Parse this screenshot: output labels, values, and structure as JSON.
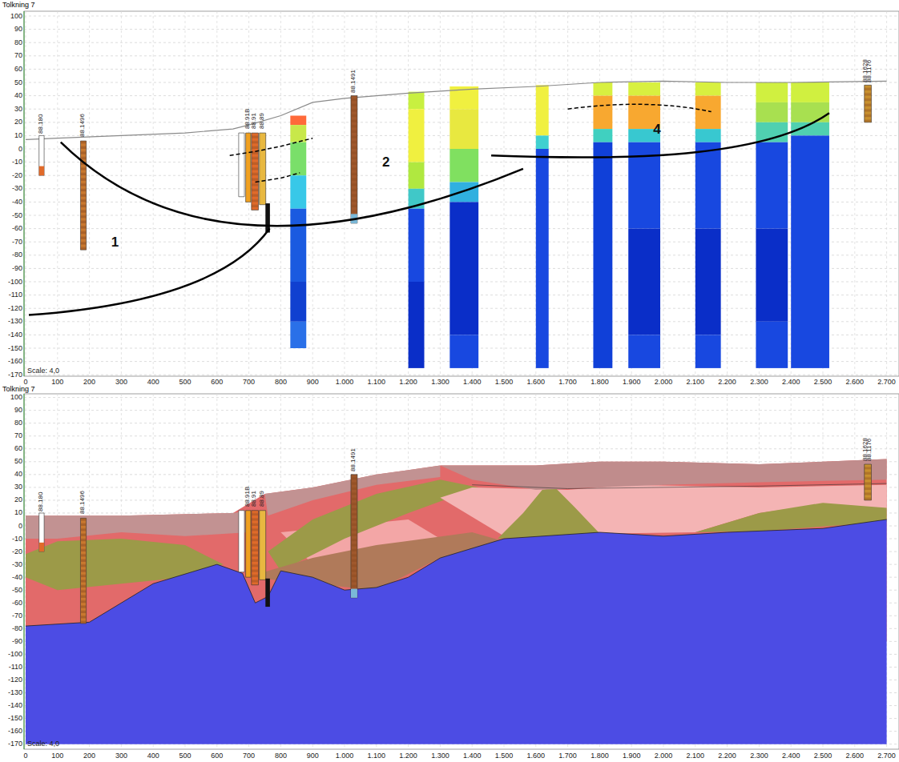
{
  "diagram": {
    "labels": [
      "Tolkning 7",
      "100",
      "90",
      "80",
      "70",
      "60",
      "50",
      "40",
      "30",
      "20",
      "10",
      "0",
      "-10",
      "-20",
      "-30",
      "-40",
      "-50",
      "-60",
      "-70",
      "-80",
      "-90",
      "-100",
      "-110",
      "-120",
      "-130",
      "-140",
      "-150",
      "-160",
      "-170",
      "0",
      "100",
      "200",
      "300",
      "400",
      "500",
      "600",
      "700",
      "800",
      "900",
      "1.000",
      "1.100",
      "1.200",
      "1.300",
      "1.400",
      "1.500",
      "1.600",
      "1.700",
      "1.800",
      "1.900",
      "2.000",
      "2.100",
      "2.200",
      "2.300",
      "2.400",
      "2.500",
      "2.600",
      "2.700",
      "Scale: 4,0",
      "88.180",
      "88.1496",
      "88.91B",
      "88.91",
      "88.89",
      "88.1491",
      "88.1628",
      "88.1176",
      "1",
      "2",
      "4",
      "Tolkning 7",
      "100",
      "90",
      "80",
      "70",
      "60",
      "50",
      "40",
      "30",
      "20",
      "10",
      "0",
      "-10",
      "-20",
      "-30",
      "-40",
      "-50",
      "-60",
      "-70",
      "-80",
      "-90",
      "-100",
      "-110",
      "-120",
      "-130",
      "-140",
      "-150",
      "-160",
      "-170",
      "0",
      "100",
      "200",
      "300",
      "400",
      "500",
      "600",
      "700",
      "800",
      "900",
      "1.000",
      "1.100",
      "1.200",
      "1.300",
      "1.400",
      "1.500",
      "1.600",
      "1.700",
      "1.800",
      "1.900",
      "2.000",
      "2.100",
      "2.200",
      "2.300",
      "2.400",
      "2.500",
      "2.600",
      "2.700",
      "Scale: 4,0",
      "88.180",
      "88.1496",
      "88.91B",
      "88.91",
      "88.89",
      "88.1491",
      "88.1628",
      "88.1176"
    ]
  }
}
